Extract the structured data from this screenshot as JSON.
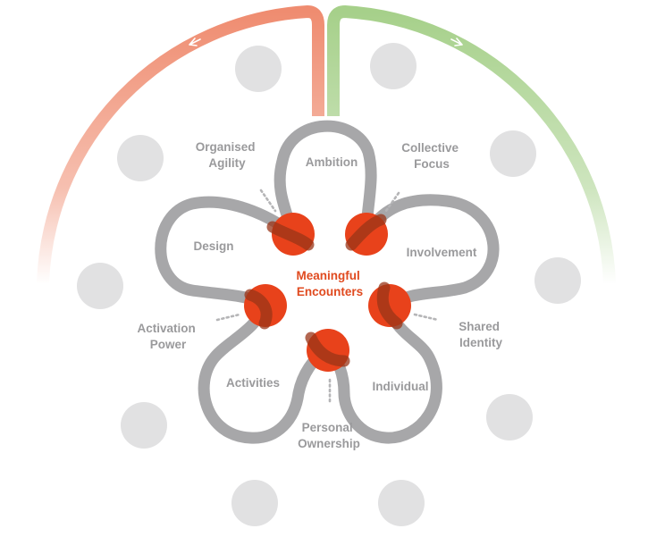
{
  "diagram": {
    "center_label": [
      "Meaningful",
      "Encounters"
    ],
    "loop_labels": {
      "ambition": "Ambition",
      "involvement": "Involvement",
      "individual": "Individual",
      "activities": "Activities",
      "design": "Design"
    },
    "outer_labels": {
      "organised_agility": [
        "Organised",
        "Agility"
      ],
      "collective_focus": [
        "Collective",
        "Focus"
      ],
      "shared_identity": [
        "Shared",
        "Identity"
      ],
      "personal_ownership": [
        "Personal",
        "Ownership"
      ],
      "activation_power": [
        "Activation",
        "Power"
      ]
    },
    "colors": {
      "track": "#a7a7a9",
      "node": "#e8421b",
      "node_overlap": "#9a3518",
      "arc_left": "#ef8c70",
      "arc_right": "#a6d08a",
      "placeholder_circle": "#e1e1e2",
      "dots": "#b5b5b7"
    }
  }
}
